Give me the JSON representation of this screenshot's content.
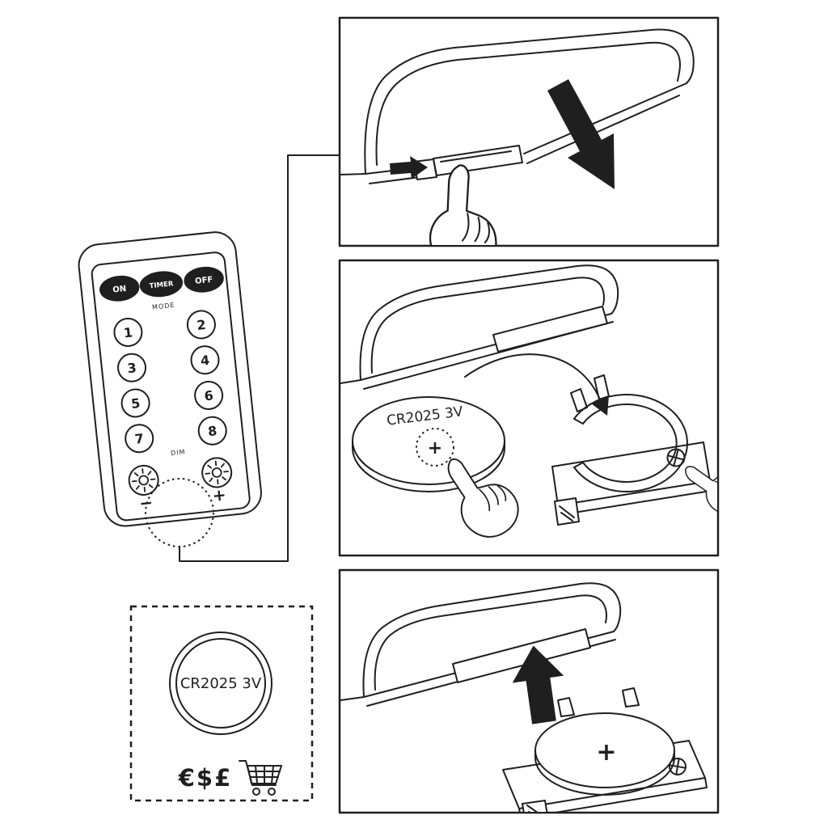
{
  "colors": {
    "line": "#1f1f1f",
    "background": "#ffffff",
    "button_fill": "#1f1f1f"
  },
  "remote": {
    "power_buttons": {
      "on": "ON",
      "timer": "TIMER",
      "off": "OFF"
    },
    "mode_label": "MODE",
    "numbers": [
      "1",
      "2",
      "3",
      "4",
      "5",
      "6",
      "7",
      "8"
    ],
    "dim_label": "DIM",
    "brightness_minus": "−",
    "brightness_plus": "+"
  },
  "battery": {
    "model": "CR2025 3V",
    "polarity": "+"
  },
  "purchase_box": {
    "currencies": "€$£",
    "cart_icon": "shopping-cart-icon"
  },
  "icons": {
    "brightness": "sun-icon",
    "hand": "pointing-hand-icon",
    "step1_arrow": "arrow-down-right-icon",
    "step1_small_arrow": "arrow-right-icon",
    "step2_arrow": "curved-insert-arrow-icon",
    "step3_arrow": "arrow-up-icon",
    "screw": "screw-icon",
    "battery": "coin-battery-icon"
  }
}
